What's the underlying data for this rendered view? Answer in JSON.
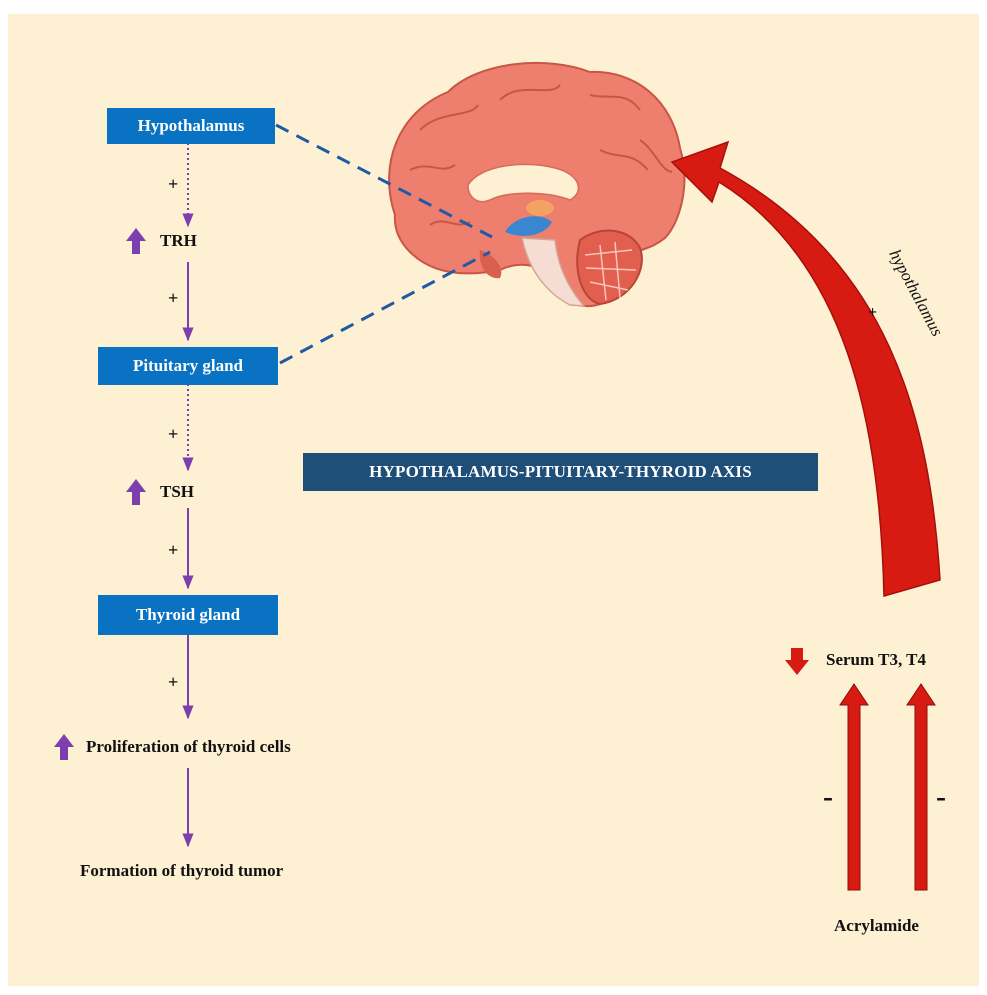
{
  "nodes": {
    "hypothalamus": "Hypothalamus",
    "trh": "TRH",
    "pituitary": "Pituitary gland",
    "tsh": "TSH",
    "thyroid": "Thyroid gland",
    "proliferation": "Proliferation of thyroid cells",
    "tumor": "Formation of thyroid tumor",
    "serum": "Serum T3, T4",
    "acrylamide": "Acrylamide"
  },
  "axis_title": "HYPOTHALAMUS-PITUITARY-THYROID AXIS",
  "feedback_label": "hypothalamus",
  "signs": {
    "plus": "+",
    "minus": "-"
  },
  "colors": {
    "background": "#fdf0d3",
    "box": "#0a72c2",
    "title_box": "#1f4e79",
    "purple": "#7b3fb0",
    "red": "#d81b12",
    "dashed_line": "#1f5aa6"
  },
  "icons": {
    "increase": "purple-up-arrow-icon",
    "decrease": "red-down-arrow-icon",
    "brain": "brain-illustration"
  }
}
